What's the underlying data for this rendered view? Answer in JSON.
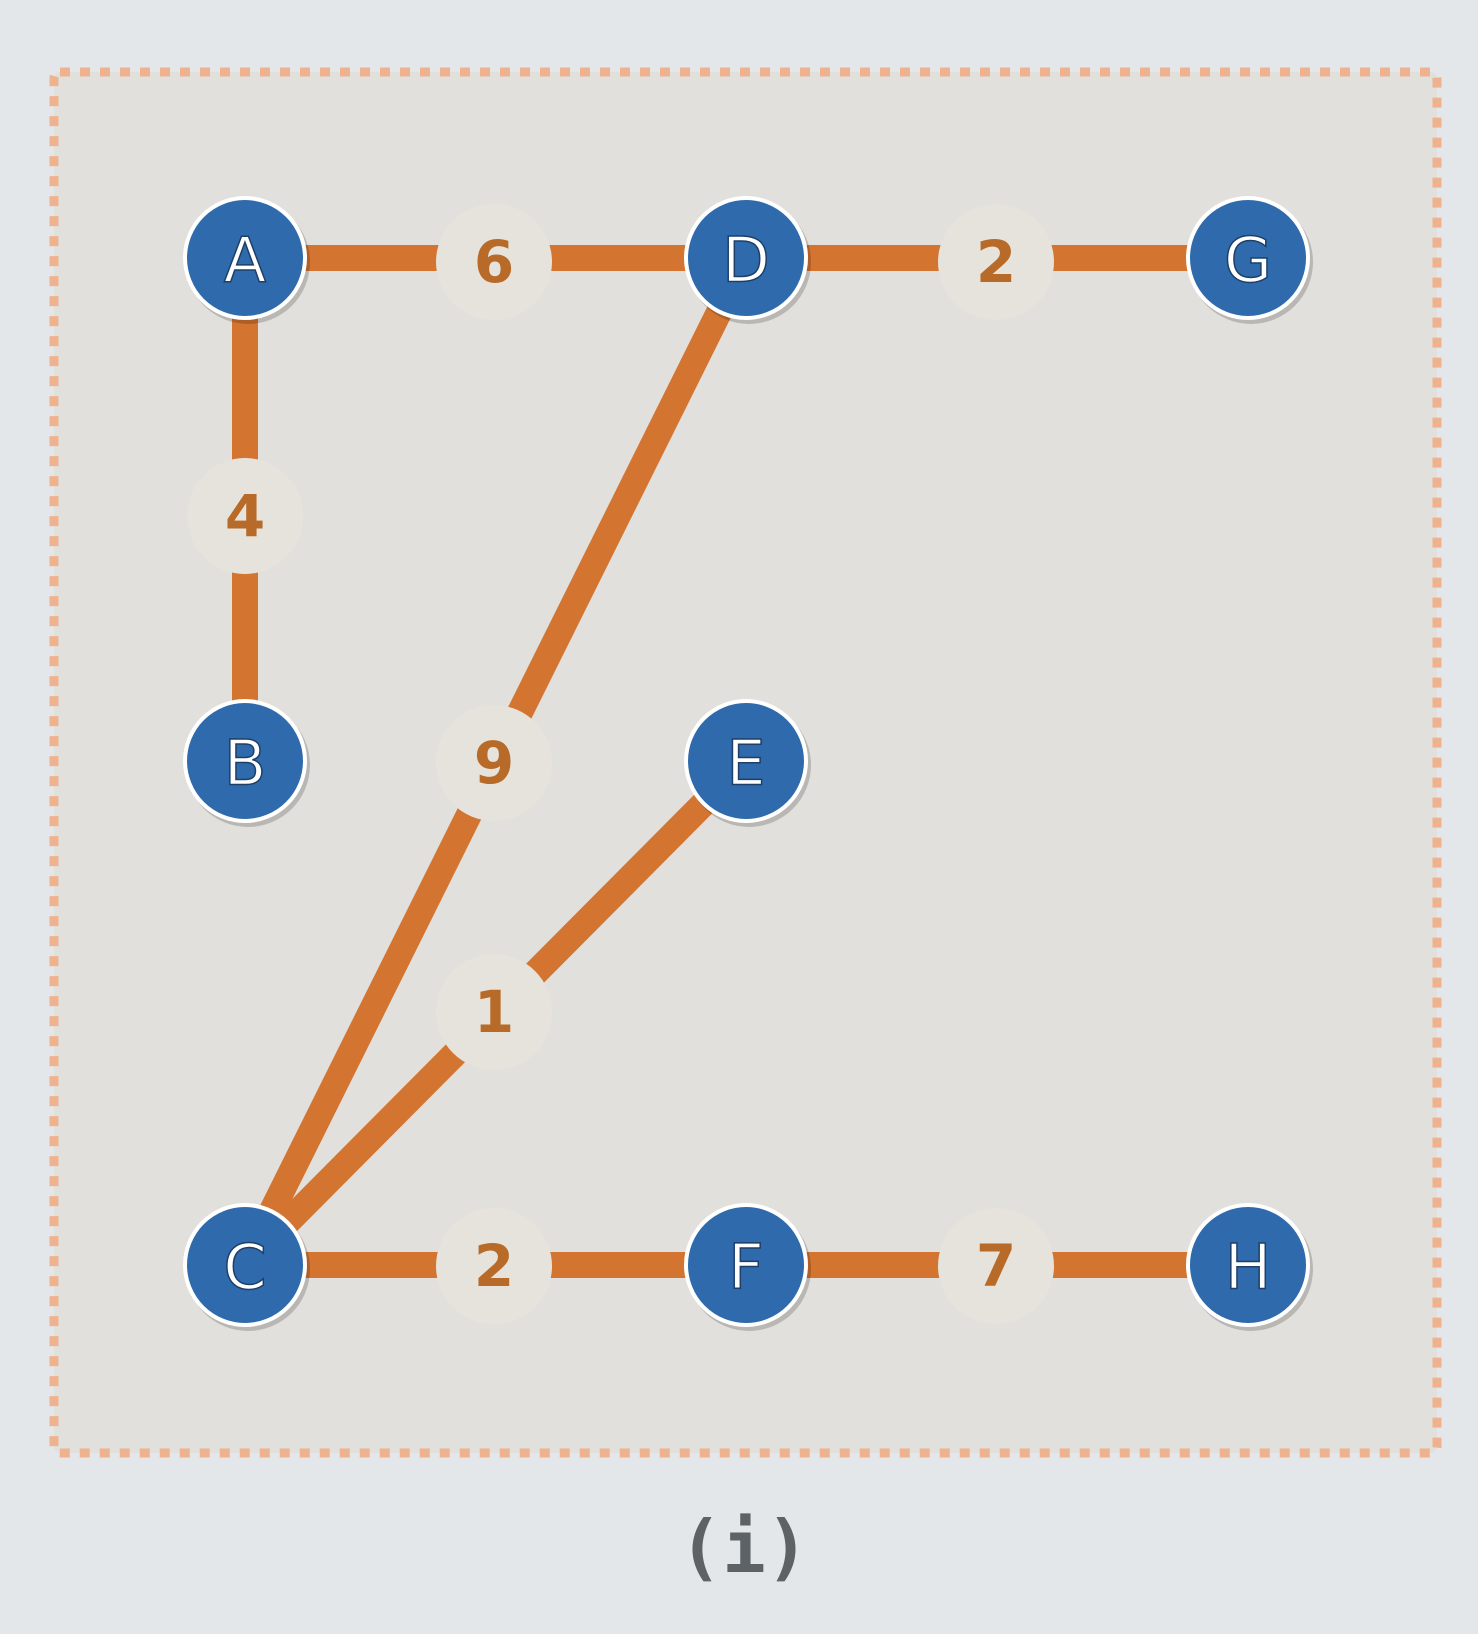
{
  "diagram": {
    "caption": "(i)",
    "colors": {
      "background": "#e4e7e9",
      "panel": "#e1e0dc",
      "panel_border": "#efb28e",
      "edge": "#d37430",
      "node_fill": "#2f6bac",
      "node_stroke": "#ffffff",
      "node_text": "#ffffff",
      "weight_label_bg": "#e6e3dc",
      "weight_text": "#b86a28",
      "caption_text": "#5d6266"
    },
    "nodes": [
      {
        "id": "A",
        "label": "A"
      },
      {
        "id": "D",
        "label": "D"
      },
      {
        "id": "G",
        "label": "G"
      },
      {
        "id": "B",
        "label": "B"
      },
      {
        "id": "E",
        "label": "E"
      },
      {
        "id": "C",
        "label": "C"
      },
      {
        "id": "F",
        "label": "F"
      },
      {
        "id": "H",
        "label": "H"
      }
    ],
    "edges": [
      {
        "from": "A",
        "to": "D",
        "weight": "6"
      },
      {
        "from": "D",
        "to": "G",
        "weight": "2"
      },
      {
        "from": "A",
        "to": "B",
        "weight": "4"
      },
      {
        "from": "D",
        "to": "C",
        "weight": "9"
      },
      {
        "from": "E",
        "to": "C",
        "weight": "1"
      },
      {
        "from": "C",
        "to": "F",
        "weight": "2"
      },
      {
        "from": "F",
        "to": "H",
        "weight": "7"
      }
    ]
  }
}
